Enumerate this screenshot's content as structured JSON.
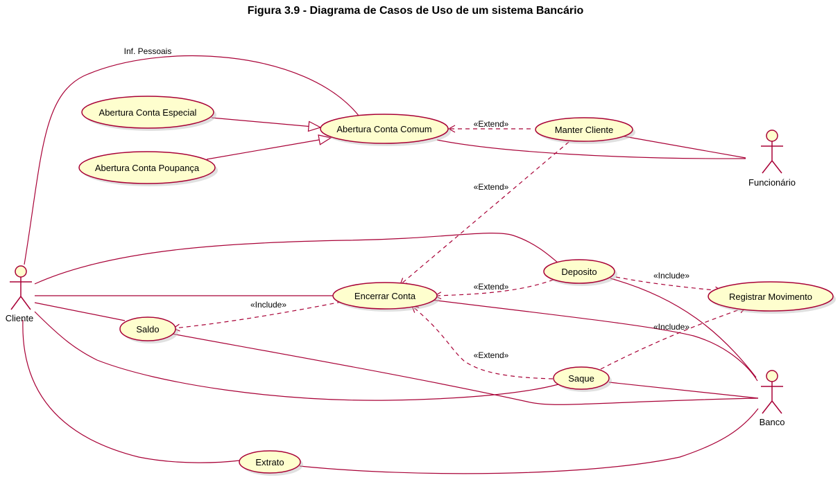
{
  "title": "Figura 3.9 - Diagrama de Casos de Uso de um sistema Bancário",
  "colors": {
    "use_case_fill": "#FEFECE",
    "border": "#A80036",
    "text": "#000000"
  },
  "actors": {
    "cliente": "Cliente",
    "funcionario": "Funcionário",
    "banco": "Banco"
  },
  "use_cases": {
    "especial": "Abertura Conta Especial",
    "poupanca": "Abertura Conta Poupança",
    "comum": "Abertura Conta Comum",
    "manter": "Manter Cliente",
    "deposito": "Deposito",
    "registrar": "Registrar Movimento",
    "encerrar": "Encerrar Conta",
    "saldo": "Saldo",
    "saque": "Saque",
    "extrato": "Extrato"
  },
  "labels": {
    "inf_pessoais": "Inf. Pessoais",
    "extend_manter_comum": "«Extend»",
    "extend_manter_encerrar": "«Extend»",
    "extend_deposito_encerrar": "«Extend»",
    "extend_saque_encerrar": "«Extend»",
    "include_deposito_registrar": "«Include»",
    "include_saque_registrar": "«Include»",
    "include_encerrar_saldo": "«Include»"
  }
}
